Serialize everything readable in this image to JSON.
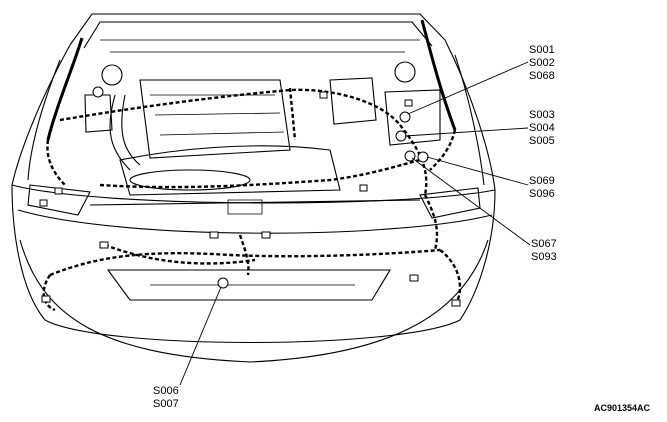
{
  "callouts": [
    {
      "lines": [
        "S001",
        "S002",
        "S068"
      ]
    },
    {
      "lines": [
        "S003",
        "S004",
        "S005"
      ]
    },
    {
      "lines": [
        "S069",
        "S096"
      ]
    },
    {
      "lines": [
        "S067",
        "S093"
      ]
    },
    {
      "lines": [
        "S006",
        "S007"
      ]
    }
  ],
  "figure_code": "AC901354AC"
}
